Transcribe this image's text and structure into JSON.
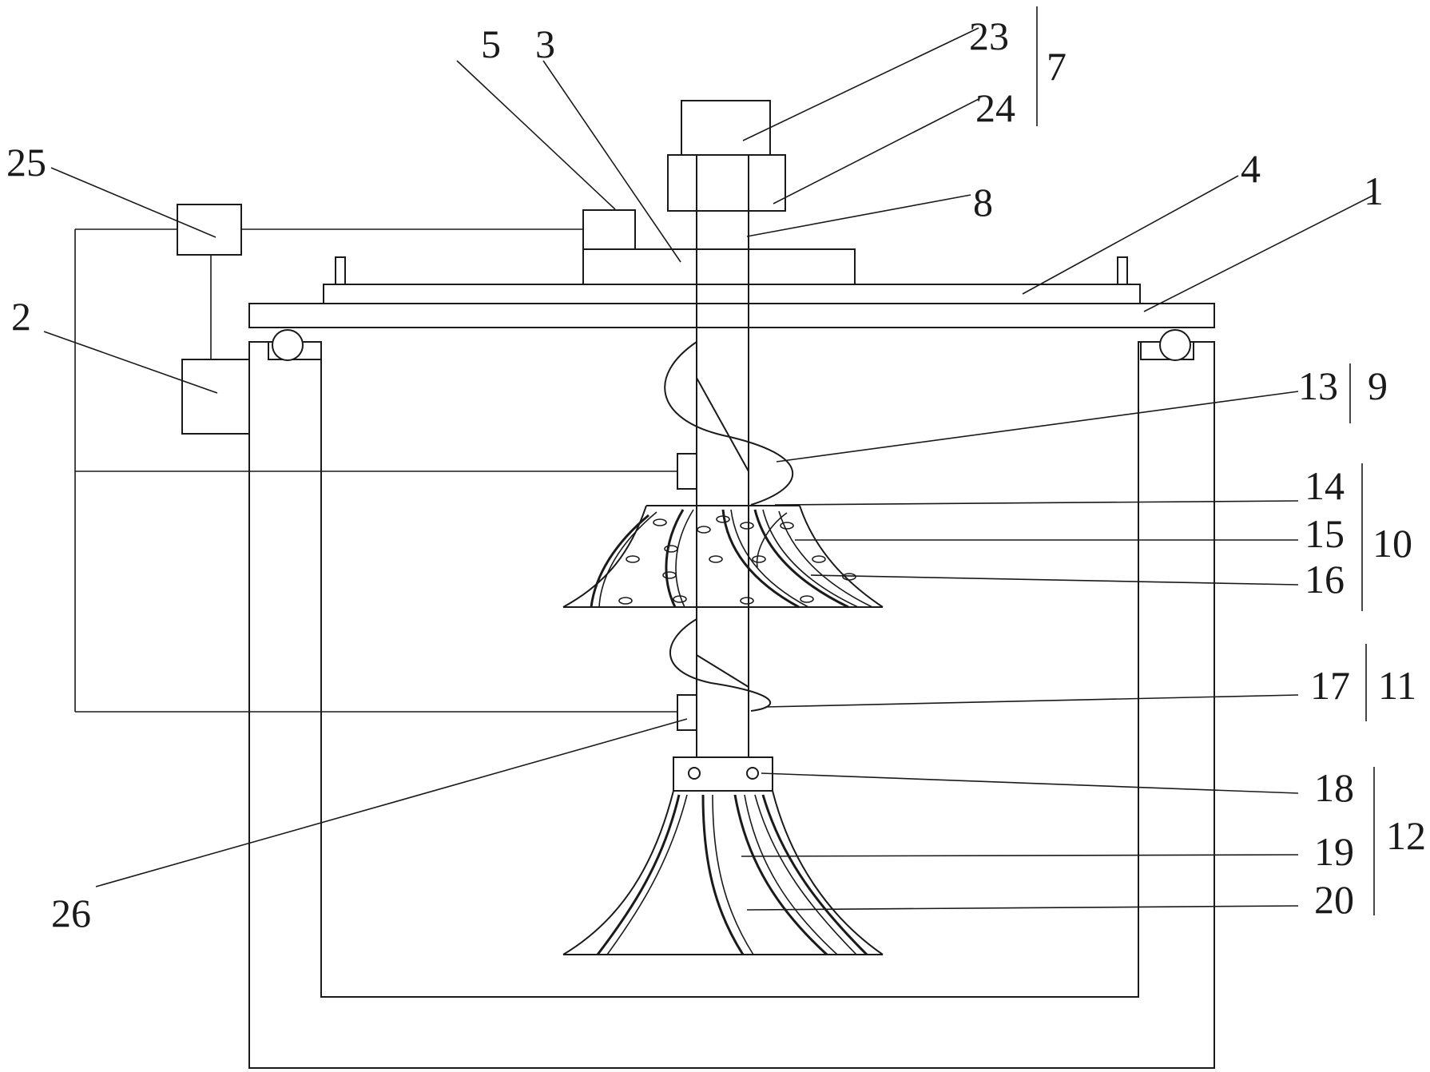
{
  "labels": {
    "l1": "1",
    "l2": "2",
    "l3": "3",
    "l4": "4",
    "l5": "5",
    "l7": "7",
    "l8": "8",
    "l9": "9",
    "l10": "10",
    "l11": "11",
    "l12": "12",
    "l13": "13",
    "l14": "14",
    "l15": "15",
    "l16": "16",
    "l17": "17",
    "l18": "18",
    "l19": "19",
    "l20": "20",
    "l23": "23",
    "l24": "24",
    "l25": "25",
    "l26": "26"
  },
  "colors": {
    "line": "#1a1a1a",
    "background": "#ffffff"
  }
}
